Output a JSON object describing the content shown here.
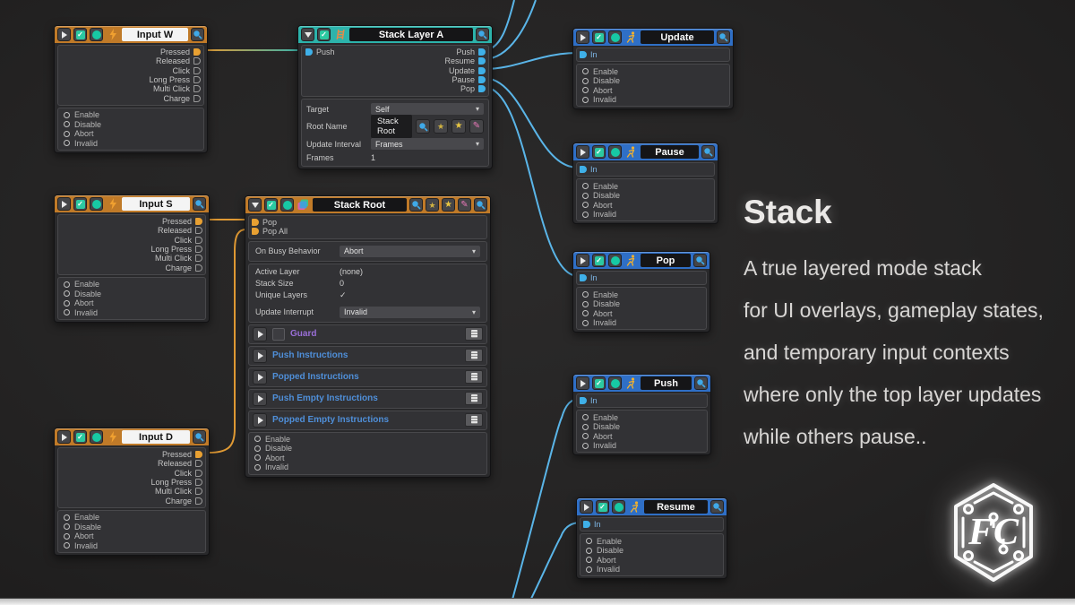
{
  "side": {
    "title": "Stack",
    "lines": [
      "A true layered mode stack",
      "for UI overlays, gameplay states,",
      "and temporary input contexts",
      "where only the top layer updates",
      "while others pause.."
    ]
  },
  "logo": {
    "text": "FC"
  },
  "colors": {
    "input_header": "#c07a28",
    "stack_header": "#2cb3ab",
    "action_header": "#2f6fc6",
    "flow_wire": "#5ab5e8",
    "event_wire": "#e09a34"
  },
  "common": {
    "in_label": "In",
    "event_outputs": [
      {
        "label": "Pressed",
        "connected": true
      },
      {
        "label": "Released"
      },
      {
        "label": "Click"
      },
      {
        "label": "Long Press"
      },
      {
        "label": "Multi Click"
      },
      {
        "label": "Charge"
      }
    ],
    "state_ports": [
      "Enable",
      "Disable",
      "Abort",
      "Invalid"
    ]
  },
  "nodes": {
    "input_w": {
      "title": "Input W"
    },
    "input_s": {
      "title": "Input S"
    },
    "input_d": {
      "title": "Input D"
    },
    "stack_layer_a": {
      "title": "Stack Layer A",
      "flow_in": {
        "label": "Push"
      },
      "flow_outs": [
        "Push",
        "Resume",
        "Update",
        "Pause",
        "Pop"
      ],
      "props": {
        "target_label": "Target",
        "target_value": "Self",
        "root_name_label": "Root Name",
        "root_name_value": "Stack Root",
        "update_interval_label": "Update Interval",
        "update_interval_value": "Frames",
        "frames_label": "Frames",
        "frames_value": "1"
      }
    },
    "stack_root": {
      "title": "Stack Root",
      "flow_ins": [
        "Pop",
        "Pop All"
      ],
      "busy_label": "On Busy Behavior",
      "busy_value": "Abort",
      "info": [
        {
          "label": "Active Layer",
          "value": "(none)"
        },
        {
          "label": "Stack Size",
          "value": "0"
        },
        {
          "label": "Unique Layers",
          "value": "✓"
        }
      ],
      "interrupt_label": "Update Interrupt",
      "interrupt_value": "Invalid",
      "guard_label": "Guard",
      "instruction_rows": [
        "Push Instructions",
        "Popped Instructions",
        "Push Empty Instructions",
        "Popped Empty Instructions"
      ]
    },
    "update": {
      "title": "Update"
    },
    "pause": {
      "title": "Pause"
    },
    "pop": {
      "title": "Pop"
    },
    "push": {
      "title": "Push"
    },
    "resume": {
      "title": "Resume"
    }
  }
}
